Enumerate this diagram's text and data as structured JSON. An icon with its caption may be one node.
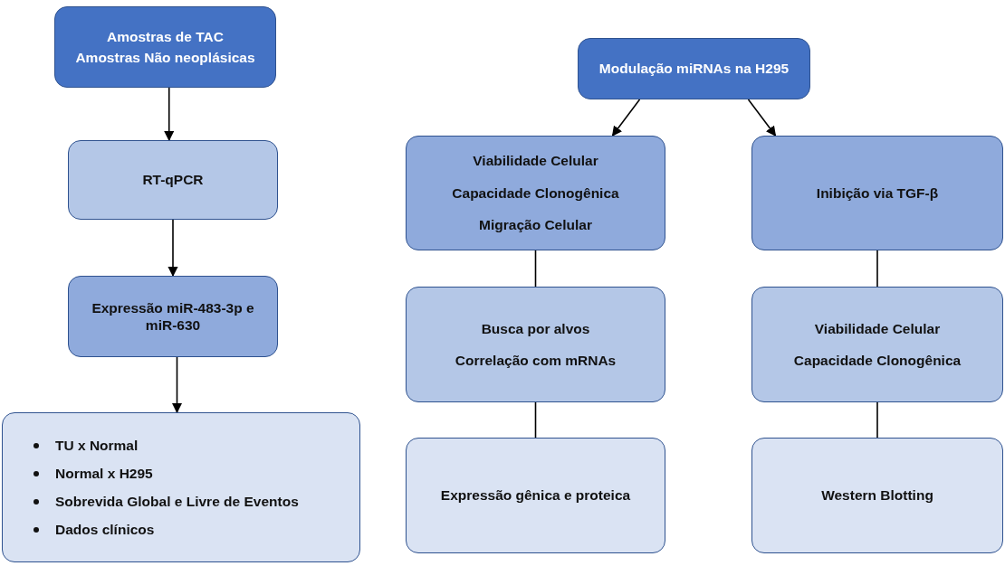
{
  "diagram": {
    "nodes": [
      {
        "text": [
          "Amostras de TAC",
          "Amostras Não neoplásicas"
        ]
      },
      {
        "text": [
          "RT-qPCR"
        ]
      },
      {
        "text": [
          "Expressão miR-483-3p e miR-630"
        ]
      },
      {
        "text": [
          "TU x Normal",
          "Normal x H295",
          "Sobrevida Global e Livre de Eventos",
          "Dados clínicos"
        ]
      },
      {
        "text": [
          "Modulação miRNAs na H295"
        ]
      },
      {
        "text": [
          "Viabilidade Celular",
          "Capacidade Clonogênica",
          "Migração Celular"
        ]
      },
      {
        "text": [
          "Inibição via TGF-β"
        ]
      },
      {
        "text": [
          "Busca por alvos",
          "Correlação com mRNAs"
        ]
      },
      {
        "text": [
          "Viabilidade Celular",
          "Capacidade Clonogênica"
        ]
      },
      {
        "text": [
          "Expressão gênica e proteica"
        ]
      },
      {
        "text": [
          "Western Blotting"
        ]
      }
    ],
    "edges": [
      {
        "from": 0,
        "to": 1,
        "arrow": "to"
      },
      {
        "from": 1,
        "to": 2,
        "arrow": "to"
      },
      {
        "from": 2,
        "to": 3,
        "arrow": "to"
      },
      {
        "from": 4,
        "to": 5,
        "arrow": "to"
      },
      {
        "from": 4,
        "to": 6,
        "arrow": "to"
      },
      {
        "from": 5,
        "to": 7,
        "arrow": "none"
      },
      {
        "from": 7,
        "to": 9,
        "arrow": "none"
      },
      {
        "from": 6,
        "to": 8,
        "arrow": "none"
      },
      {
        "from": 8,
        "to": 10,
        "arrow": "none"
      }
    ]
  }
}
